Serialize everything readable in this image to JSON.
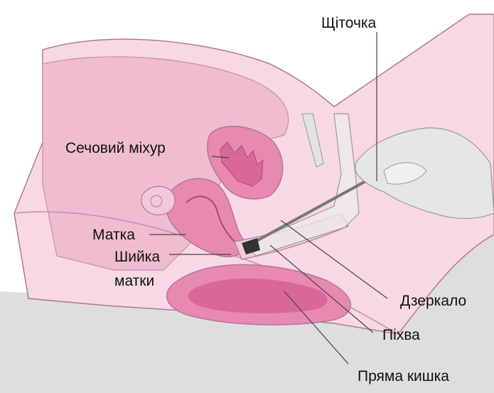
{
  "labels": {
    "brush": "Щіточка",
    "bladder": "Сечовий міхур",
    "uterus": "Матка",
    "cervix_line1": "Шийка",
    "cervix_line2": "матки",
    "speculum": "Дзеркало",
    "vagina": "Піхва",
    "rectum": "Пряма кишка"
  },
  "colors": {
    "background_gray": "#dedede",
    "body_pink_light": "#f7d8e4",
    "body_pink": "#f0bcd0",
    "organ_pink": "#e889b0",
    "organ_dark": "#d9689a",
    "outline": "#b07a92",
    "hand_gray": "#e6e6e6",
    "leader_line": "#444444"
  }
}
